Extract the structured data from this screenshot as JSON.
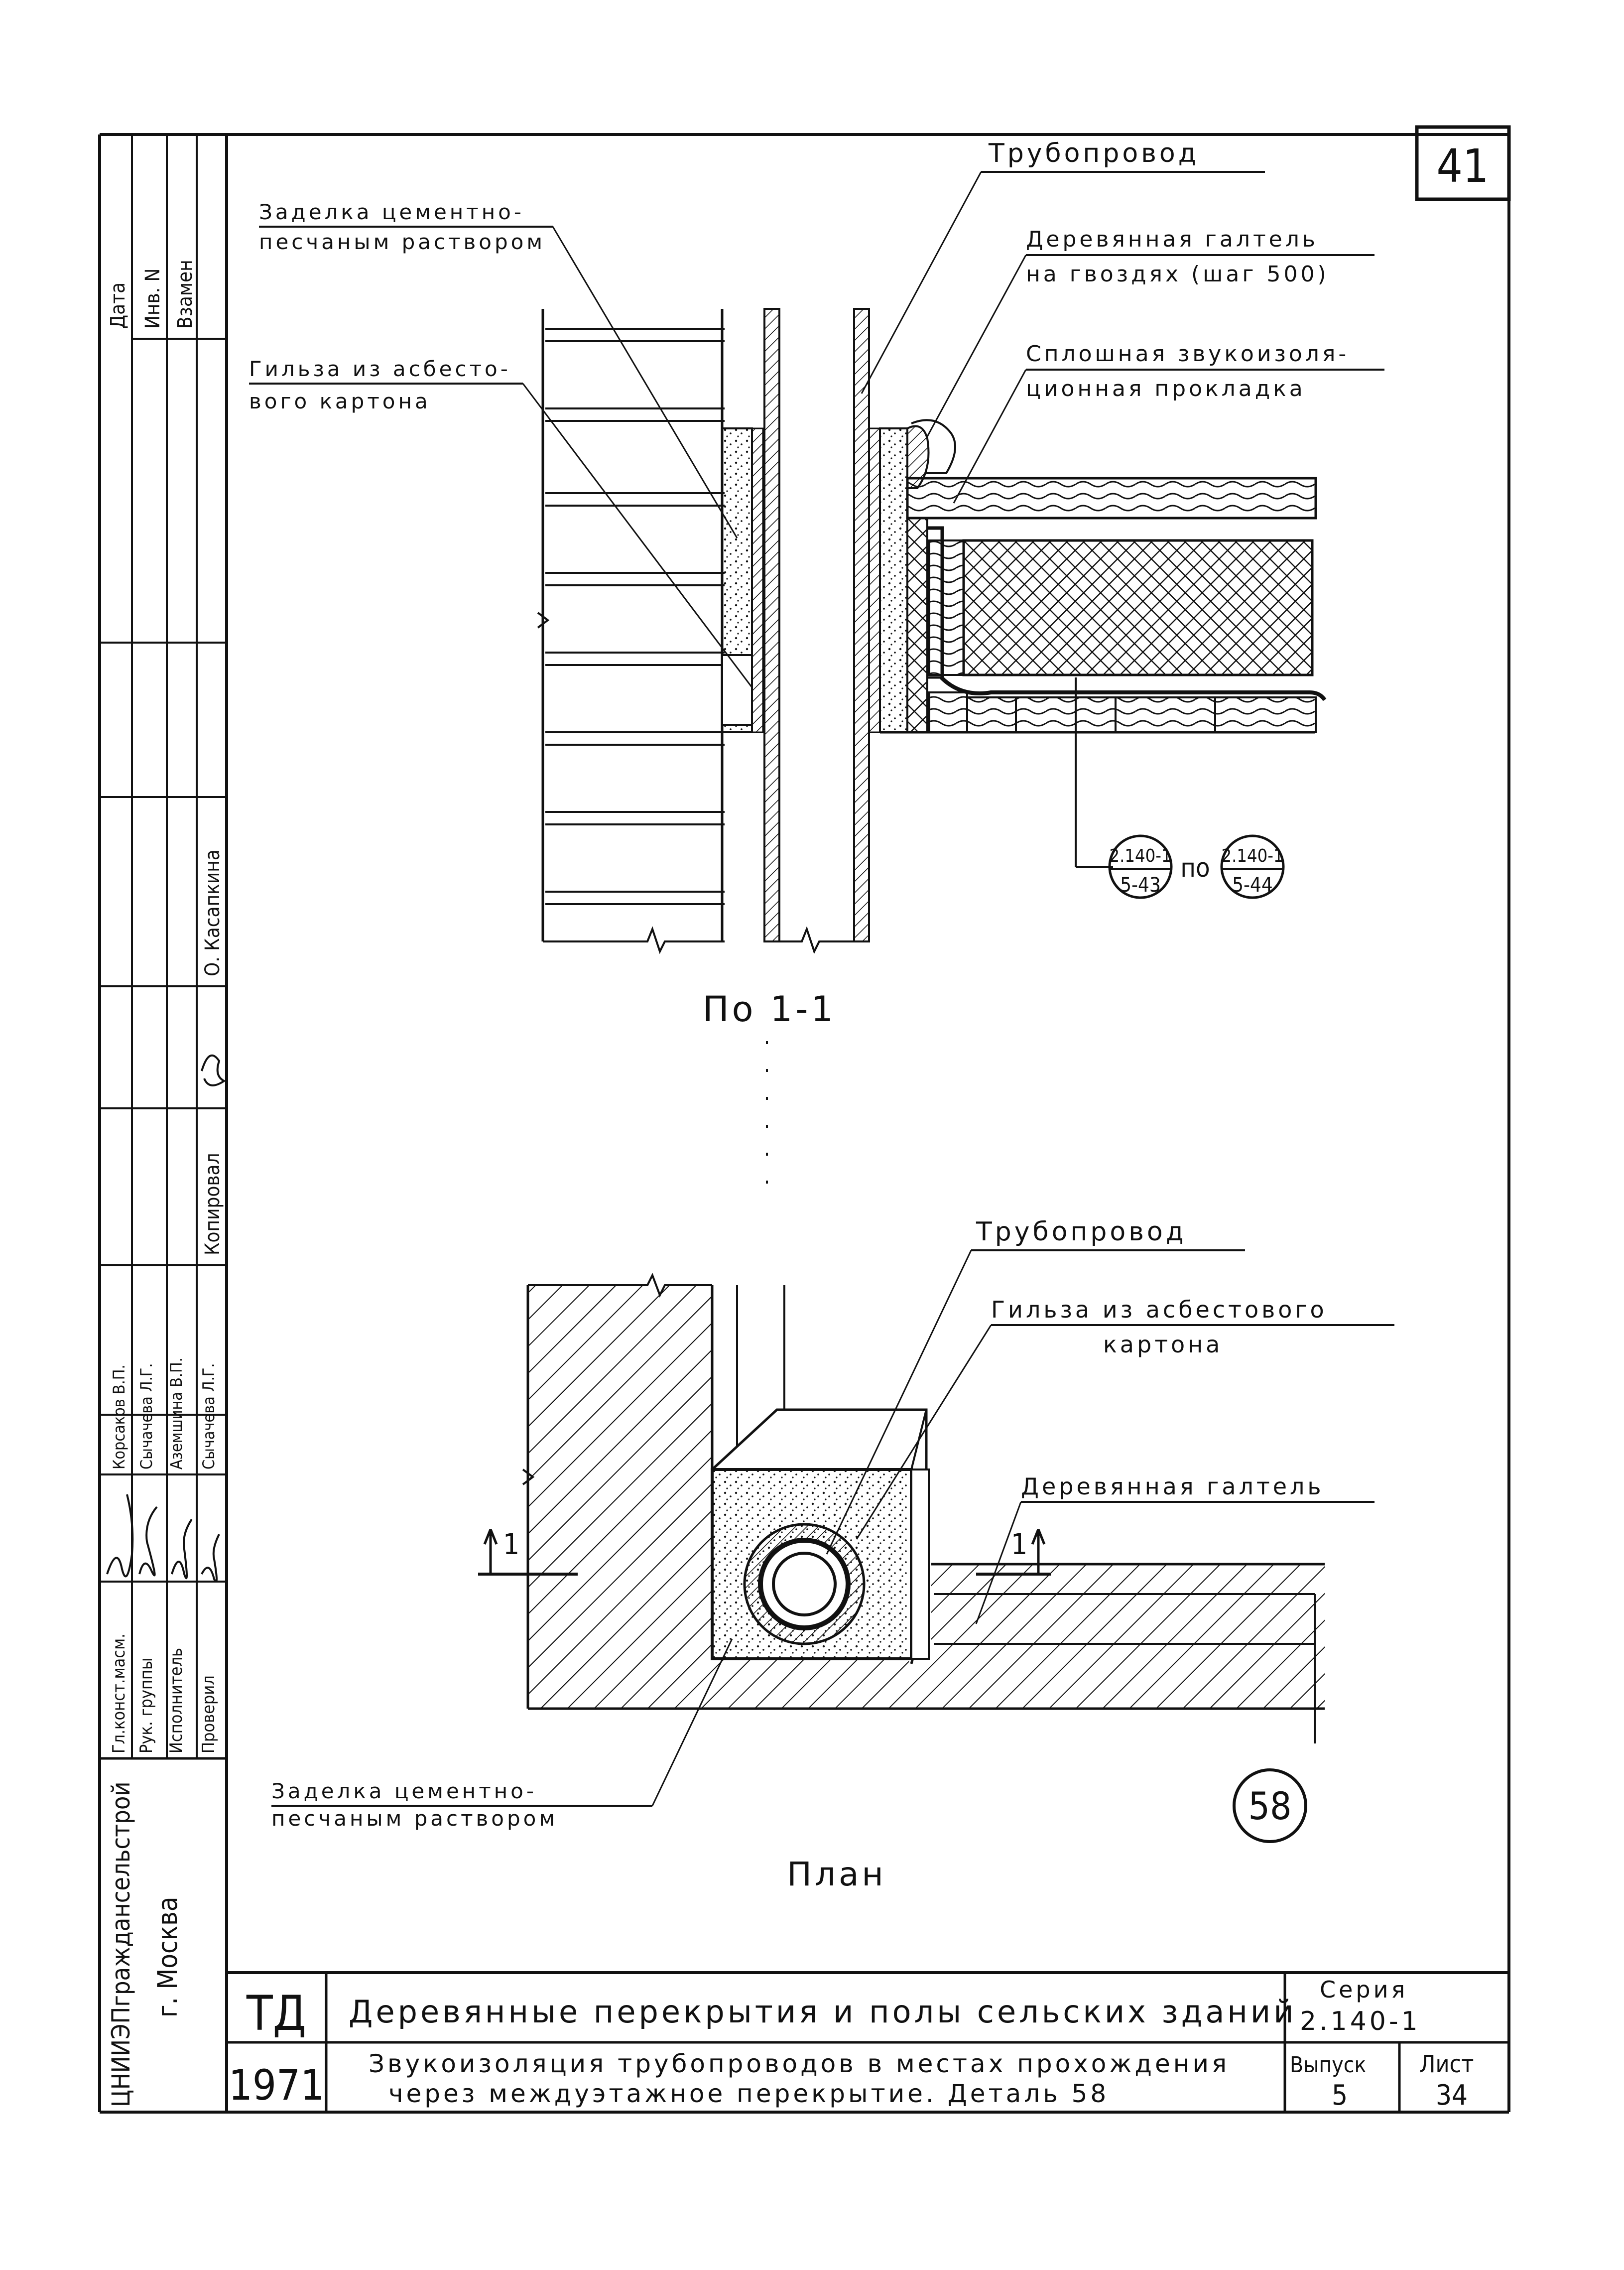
{
  "sheet_number": "41",
  "section": {
    "title": "По 1-1",
    "labels": {
      "pipeline": "Трубопровод",
      "wood_fillet_line1": "Деревянная галтель",
      "wood_fillet_line2": "на гвоздях (шаг 500)",
      "gasket_line1": "Сплошная звукоизоля-",
      "gasket_line2": "ционная прокладка",
      "sealing_line1": "Заделка цементно-",
      "sealing_line2": "песчаным раствором",
      "sleeve_line1": "Гильза из асбесто-",
      "sleeve_line2": "вого картона",
      "ref_a_top": "2.140-1",
      "ref_a_bottom": "5-43",
      "ref_between": "по",
      "ref_b_top": "2.140-1",
      "ref_b_bottom": "5-44"
    }
  },
  "plan": {
    "title": "План",
    "labels": {
      "pipeline": "Трубопровод",
      "sleeve_line1": "Гильза из асбестового",
      "sleeve_line2": "картона",
      "wood_fillet": "Деревянная галтель",
      "sealing_line1": "Заделка цементно-",
      "sealing_line2": "песчаным раствором",
      "cut_left": "1",
      "cut_right": "1"
    },
    "detail_number": "58"
  },
  "side_stamp": {
    "org": "ЦНИИЭПграждансельстрой",
    "city": "г. Москва",
    "roles": [
      "Гл.конст.масм.",
      "Рук. группы",
      "Исполнитель",
      "Проверил"
    ],
    "names": [
      "Корсаков В.П.",
      "Сычачева Л.Г.",
      "Аземшина В.П.",
      "Сычачева Л.Г."
    ],
    "copied_by_label": "Копировал",
    "copied_by_name": "О. Касапкина",
    "top_cells": [
      "Дата",
      "Инв. N",
      "Взамен"
    ]
  },
  "title_block": {
    "code": "ТД",
    "year": "1971",
    "title": "Деревянные перекрытия и полы сельских зданий",
    "subtitle_line1": "Звукоизоляция трубопроводов в местах прохождения",
    "subtitle_line2": "через междуэтажное перекрытие. Деталь 58",
    "series_label": "Серия",
    "series_value": "2.140-1",
    "issue_label": "Выпуск",
    "issue_value": "5",
    "sheet_label": "Лист",
    "sheet_value": "34"
  }
}
